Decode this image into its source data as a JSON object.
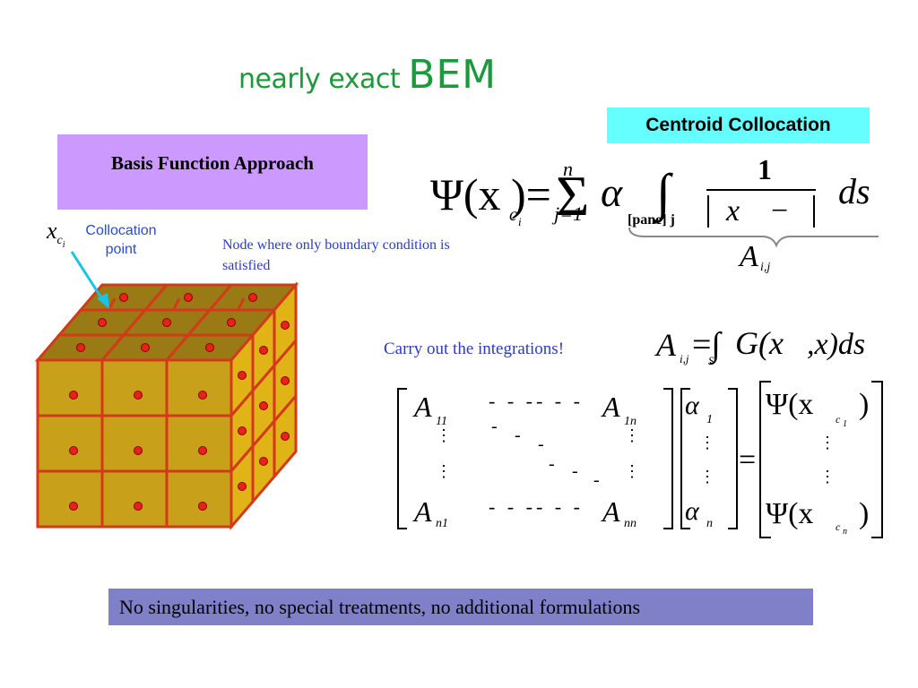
{
  "title": {
    "part1": "nearly exact ",
    "part2": "BEM"
  },
  "centroid_label": "Centroid Collocation",
  "basis_label": "Basis Function Approach",
  "collocation": {
    "symbol": "x",
    "subscript": "c",
    "subsubscript": "i",
    "label": "Collocation point"
  },
  "node_note": "Node where only boundary condition is satisfied",
  "carry_note": "Carry out the integrations!",
  "footer": "No singularities, no special treatments, no additional formulations",
  "colors": {
    "title": "#1a9a3a",
    "centroid_bg": "#66ffff",
    "basis_bg": "#cc99ff",
    "footer_bg": "#8080c8",
    "note_blue": "#2b3ac9",
    "cube_face": "#c9a019",
    "cube_edge": "#d23a1a",
    "dot": "#e8211a",
    "arrow": "#19c2e6"
  },
  "equation_main": {
    "lhs": "Ψ(x",
    "sub": "c",
    "subsub": "i",
    "rhs_close": ")=",
    "sum_top": "n",
    "sum_bottom": "j=1",
    "coef": "α",
    "numerator": "1",
    "denom": "x",
    "domain": "[pane] j",
    "brace_label": "A",
    "brace_sub": "i,j"
  },
  "equation_a": {
    "text": "A",
    "sub": "i,j",
    "eq": "=∫",
    "rest": "G(x",
    "domain": "S"
  },
  "matrix": {
    "a11": "A",
    "a11_sub": "11",
    "a1n": "A",
    "a1n_sub": "1n",
    "an1": "A",
    "an1_sub": "n1",
    "ann": "A",
    "ann_sub": "nn",
    "alpha1": "α",
    "alpha1_sub": "1",
    "alphan": "α",
    "alphan_sub": "n",
    "psi1": "Ψ(x",
    "psi1_sub": "c",
    "psi1_subsub": "1",
    "psin": "Ψ(x",
    "psin_sub": "c",
    "psin_subsub": "n",
    "equals": "="
  }
}
